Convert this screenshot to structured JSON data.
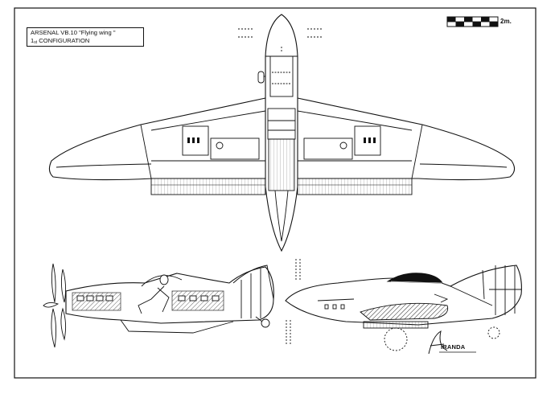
{
  "title": {
    "line1": "ARSENAL VB.10 \"Flying wing \"",
    "line2_num": "1",
    "line2_suffix": "st",
    "line2_text": " CONFIGURATION"
  },
  "scale_bar": {
    "label": "2m.",
    "segments": 6
  },
  "signature": "IRANDA",
  "colors": {
    "ink": "#111111",
    "paper": "#ffffff"
  }
}
